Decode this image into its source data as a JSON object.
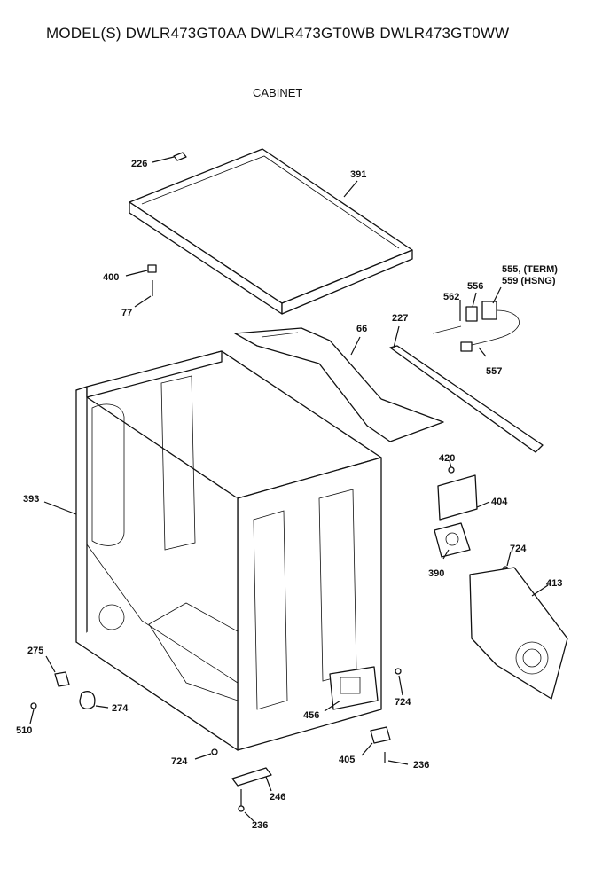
{
  "header": {
    "models": "MODEL(S) DWLR473GT0AA  DWLR473GT0WB  DWLR473GT0WW"
  },
  "section": {
    "title": "CABINET"
  },
  "callouts": {
    "c226": "226",
    "c391": "391",
    "c400": "400",
    "c77": "77",
    "c66": "66",
    "c227": "227",
    "c562": "562",
    "c556": "556",
    "c555": "555, (TERM)",
    "c559": "559 (HSNG)",
    "c557": "557",
    "c420": "420",
    "c404": "404",
    "c393": "393",
    "c390": "390",
    "c724a": "724",
    "c413": "413",
    "c275": "275",
    "c274": "274",
    "c510": "510",
    "c456": "456",
    "c724b": "724",
    "c405": "405",
    "c236a": "236",
    "c724c": "724",
    "c246": "246",
    "c236b": "236"
  }
}
